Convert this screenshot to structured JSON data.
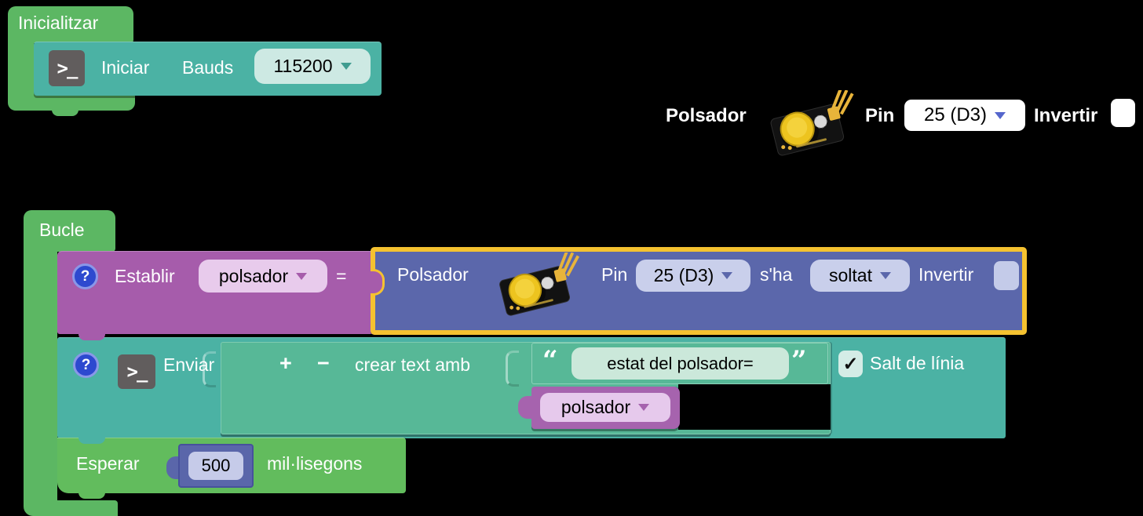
{
  "colors": {
    "background": "#000000",
    "green": "#5cb763",
    "green_statement": "#62bc5d",
    "teal": "#4bb2a4",
    "teal_light": "#57b897",
    "purple": "#a65cab",
    "blue": "#5b67ab",
    "yellow_highlight": "#f5c230"
  },
  "init_block": {
    "hat_label": "Inicialitzar",
    "serial": {
      "terminal_icon_glyph": ">_",
      "action_label": "Iniciar",
      "bauds_label": "Bauds",
      "bauds_value": "115200"
    }
  },
  "floating_sensor": {
    "name_label": "Polsador",
    "pin_label": "Pin",
    "pin_value": "25 (D3)",
    "invert_label": "Invertir",
    "invert_checked": false
  },
  "loop_block": {
    "hat_label": "Bucle",
    "set_variable": {
      "help_glyph": "?",
      "set_label": "Establir",
      "variable_value": "polsador",
      "equals_label": "="
    },
    "sensor_value": {
      "name_label": "Polsador",
      "pin_label": "Pin",
      "pin_value": "25 (D3)",
      "state_label": "s'ha",
      "state_value": "soltat",
      "invert_label": "Invertir",
      "invert_checked": false
    },
    "send": {
      "help_glyph": "?",
      "terminal_icon_glyph": ">_",
      "send_label": "Enviar",
      "create_text": {
        "plus_label": "+",
        "minus_label": "−",
        "label": "crear text amb",
        "open_quote": "“",
        "close_quote": "”",
        "text_value": "estat del polsador=",
        "variable_value": "polsador"
      },
      "newline_checked": true,
      "check_glyph": "✓",
      "newline_label": "Salt de línia"
    },
    "wait": {
      "label": "Esperar",
      "value": "500",
      "unit_label": "mil·lisegons"
    }
  }
}
